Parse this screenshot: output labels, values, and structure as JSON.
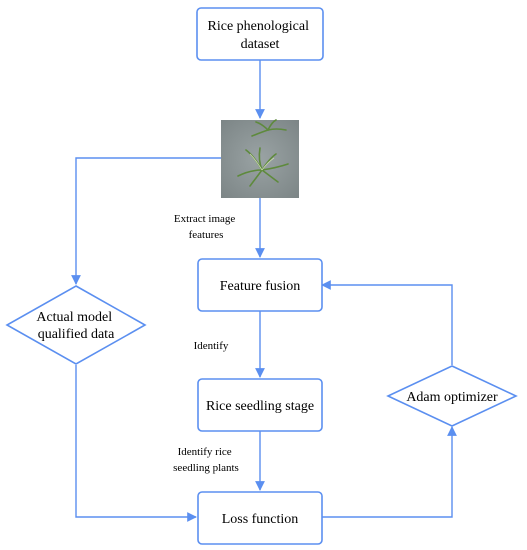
{
  "nodes": {
    "dataset": {
      "lines": [
        "Rice phenological",
        "dataset"
      ]
    },
    "fusion": {
      "lines": [
        "Feature fusion"
      ]
    },
    "seedling": {
      "lines": [
        "Rice seedling stage"
      ]
    },
    "loss": {
      "lines": [
        "Loss function"
      ]
    },
    "actual": {
      "lines": [
        "Actual model",
        "qualified data"
      ]
    },
    "adam": {
      "lines": [
        "Adam optimizer"
      ]
    }
  },
  "edges": {
    "extract": {
      "lines": [
        "Extract image",
        "features"
      ]
    },
    "identify": {
      "lines": [
        "Identify"
      ]
    },
    "identify_rice": {
      "lines": [
        "Identify rice",
        "seedling plants"
      ]
    }
  },
  "image": {
    "subject": "rice seedling photo on water background"
  },
  "colors": {
    "stroke": "#5b8ff0",
    "water": "#8a9394",
    "leaf": "#5e8a3c"
  }
}
